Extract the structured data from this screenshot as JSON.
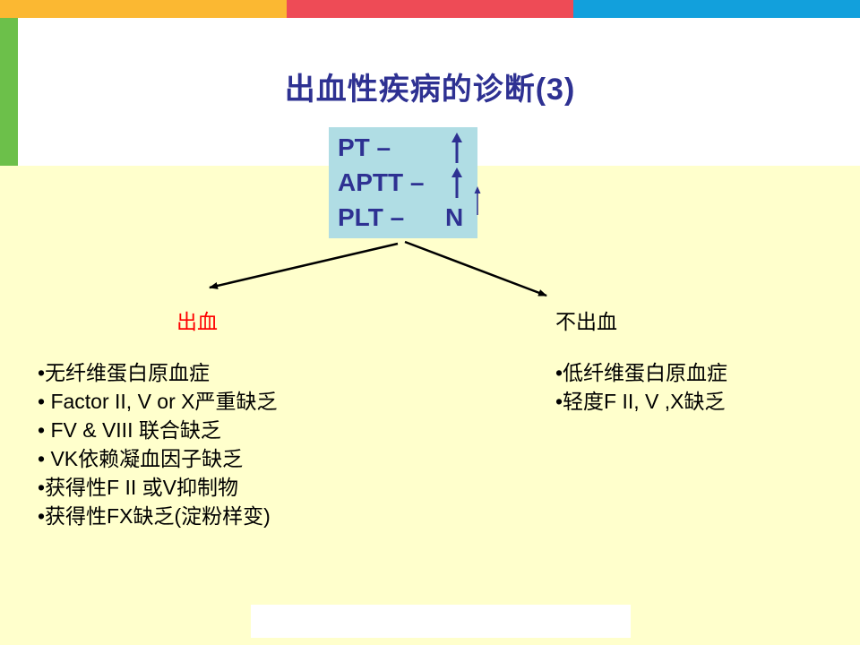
{
  "colors": {
    "bar_yellow": "#FBB832",
    "bar_red": "#EE4B56",
    "bar_blue": "#12A0DC",
    "side_green": "#6CC04A",
    "background": "#FFFFCC",
    "title": "#2E3192",
    "lab_box": "#B0DDE4",
    "lab_text": "#2E3192",
    "bleeding_label": "#FF0000",
    "text": "#000000"
  },
  "slide": {
    "title": "出血性疾病的诊断(3)"
  },
  "lab_results": [
    {
      "label": "PT –",
      "value": "up-arrow-icon"
    },
    {
      "label": "APTT –",
      "value": "up-arrow-icon"
    },
    {
      "label": "PLT –",
      "value": "N"
    }
  ],
  "branches": {
    "left": {
      "label": "出血",
      "items": [
        "•无纤维蛋白原血症",
        "• Factor II, V or X严重缺乏",
        "• FV & VIII 联合缺乏",
        "• VK依赖凝血因子缺乏",
        "•获得性F II 或V抑制物",
        "•获得性FX缺乏(淀粉样变)"
      ]
    },
    "right": {
      "label": "不出血",
      "items": [
        "•低纤维蛋白原血症",
        "•轻度F II, V ,X缺乏"
      ]
    }
  }
}
